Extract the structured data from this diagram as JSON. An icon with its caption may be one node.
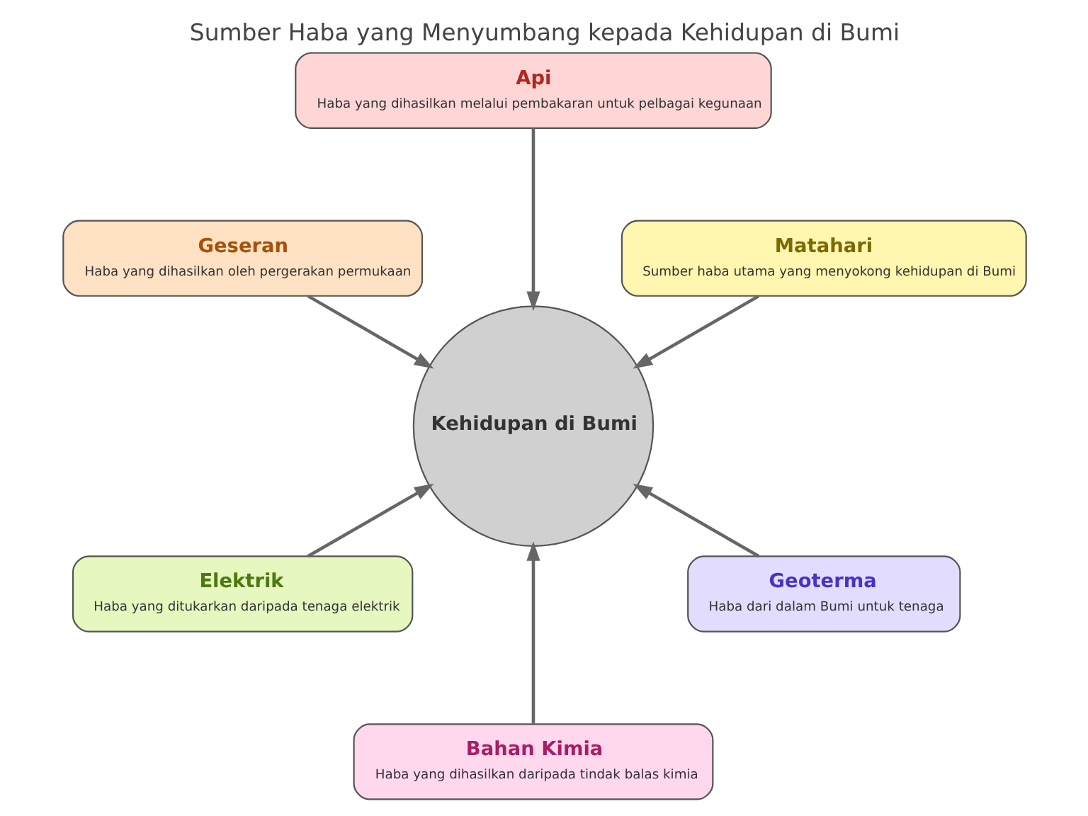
{
  "diagram": {
    "title": "Sumber Haba yang Menyumbang kepada Kehidupan di Bumi",
    "nodes": [
      {
        "text": [
          "Kehidupan di Bumi"
        ]
      },
      {
        "text": [
          "Matahari",
          "Sumber haba utama yang menyokong kehidupan di Bumi"
        ]
      },
      {
        "text": [
          "Api",
          "Haba yang dihasilkan melalui pembakaran untuk pelbagai kegunaan"
        ]
      },
      {
        "text": [
          "Geseran",
          "Haba yang dihasilkan oleh pergerakan permukaan"
        ]
      },
      {
        "text": [
          "Elektrik",
          "Haba yang ditukarkan daripada tenaga elektrik"
        ]
      },
      {
        "text": [
          "Bahan Kimia",
          "Haba yang dihasilkan daripada tindak balas kimia"
        ]
      },
      {
        "text": [
          "Geoterma",
          "Haba dari dalam Bumi untuk tenaga"
        ]
      }
    ],
    "edges": [
      {
        "from": 1,
        "to": 0,
        "arrow": "to"
      },
      {
        "from": 2,
        "to": 0,
        "arrow": "to"
      },
      {
        "from": 3,
        "to": 0,
        "arrow": "to"
      },
      {
        "from": 4,
        "to": 0,
        "arrow": "to"
      },
      {
        "from": 5,
        "to": 0,
        "arrow": "to"
      },
      {
        "from": 6,
        "to": 0,
        "arrow": "to"
      }
    ]
  }
}
